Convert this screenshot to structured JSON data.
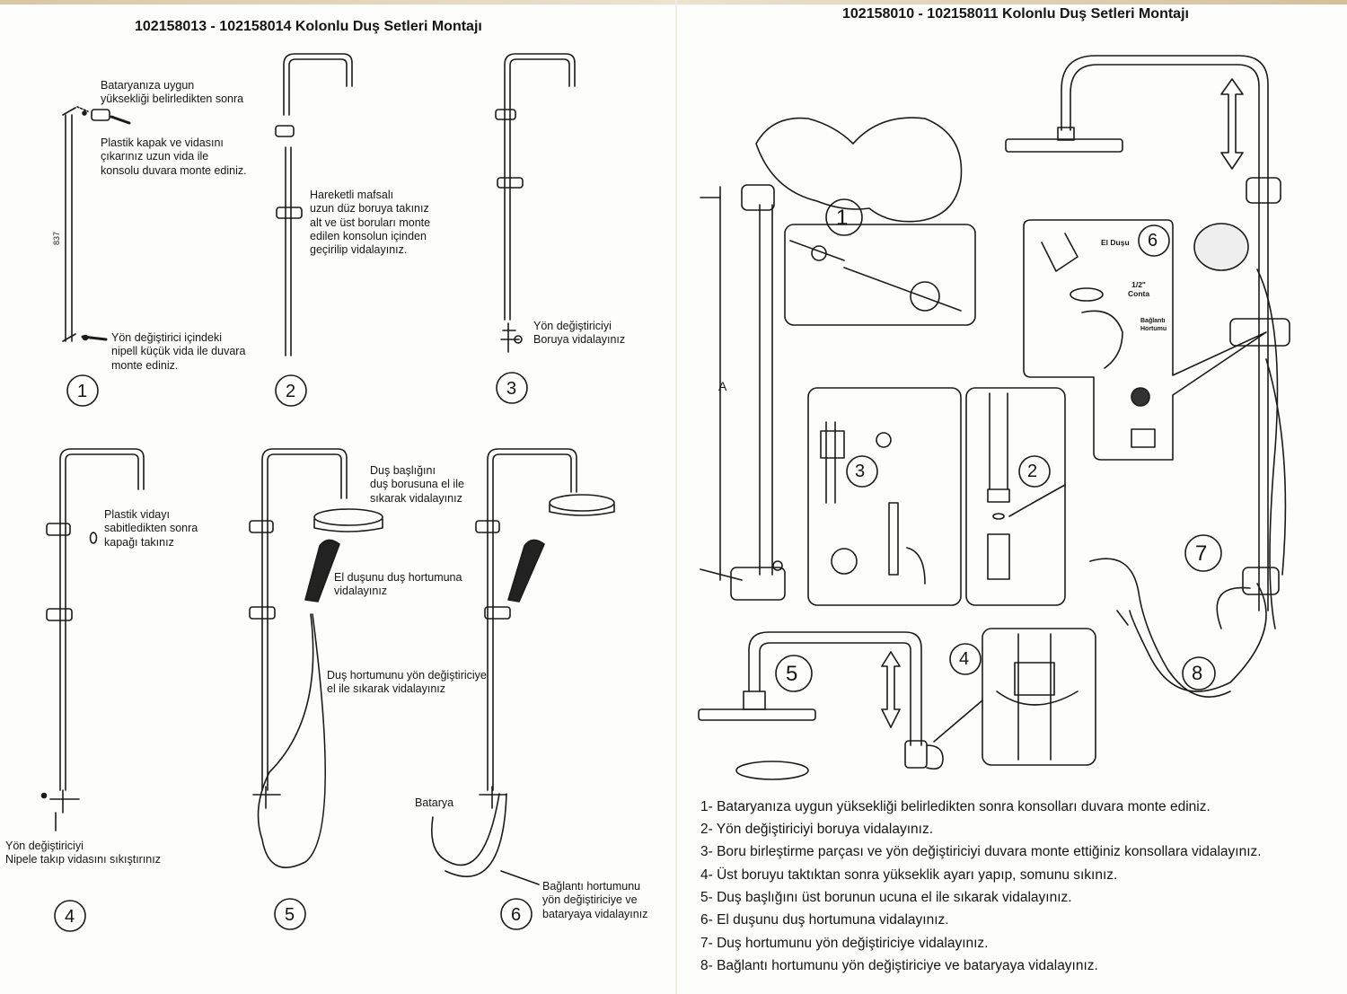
{
  "left": {
    "title": "102158013 - 102158014 Kolonlu Duş Setleri Montajı",
    "panel1": {
      "note_a": [
        "Bataryanıza uygun",
        "yüksekliği belirledikten sonra"
      ],
      "note_b": [
        "Plastik kapak ve vidasını",
        "çıkarınız uzun vida ile",
        "konsolu duvara monte ediniz."
      ],
      "note_c": [
        "Yön değiştirici içindeki",
        "nipell küçük vida ile duvara",
        "monte ediniz."
      ],
      "dimension": "837",
      "number": "1"
    },
    "panel2": {
      "note": [
        "Hareketli mafsalı",
        "uzun düz boruya takınız",
        "alt ve üst boruları monte",
        "edilen konsolun içinden",
        "geçirilip vidalayınız."
      ],
      "number": "2"
    },
    "panel3": {
      "note": [
        "Yön değiştiriciyi",
        "Boruya vidalayınız"
      ],
      "number": "3"
    },
    "panel4": {
      "note_a": [
        "Plastik vidayı",
        "sabitledikten sonra",
        "kapağı takınız"
      ],
      "note_b": [
        "Yön değiştiriciyi",
        "Nipele takıp vidasını sıkıştırınız"
      ],
      "number": "4"
    },
    "panel5": {
      "note_a": [
        "Duş başlığını",
        "duş borusuna el ile",
        "sıkarak vidalayınız"
      ],
      "note_b": [
        "El duşunu duş hortumuna",
        "vidalayınız"
      ],
      "note_c": [
        "Duş hortumunu yön değiştiriciye",
        "el ile sıkarak vidalayınız"
      ],
      "number": "5"
    },
    "panel6": {
      "batarya": "Batarya",
      "note": [
        "Bağlantı hortumunu",
        "yön değiştiriciye ve",
        "bataryaya vidalayınız"
      ],
      "number": "6"
    }
  },
  "right": {
    "title": "102158010 - 102158011 Kolonlu Duş Setleri Montajı",
    "height_label": "A",
    "callouts": [
      "1",
      "2",
      "3",
      "4",
      "5",
      "6",
      "7",
      "8"
    ],
    "inset6": {
      "el_dusu": "El Duşu",
      "conta": [
        "1/2\"",
        "Conta"
      ],
      "hortum": [
        "Bağlantı",
        "Hortumu"
      ]
    },
    "steps": [
      "1- Bataryanıza uygun yüksekliği belirledikten sonra konsolları duvara monte ediniz.",
      "2- Yön değiştiriciyi boruya vidalayınız.",
      "3- Boru birleştirme parçası ve yön değiştiriciyi duvara monte ettiğiniz konsollara vidalayınız.",
      "4- Üst boruyu taktıktan sonra yükseklik ayarı yapıp, somunu sıkınız.",
      "5- Duş başlığını üst borunun ucuna el ile sıkarak vidalayınız.",
      "6- El duşunu duş hortumuna vidalayınız.",
      "7- Duş hortumunu yön değiştiriciye vidalayınız.",
      "8- Bağlantı hortumunu yön değiştiriciye ve bataryaya vidalayınız."
    ]
  }
}
